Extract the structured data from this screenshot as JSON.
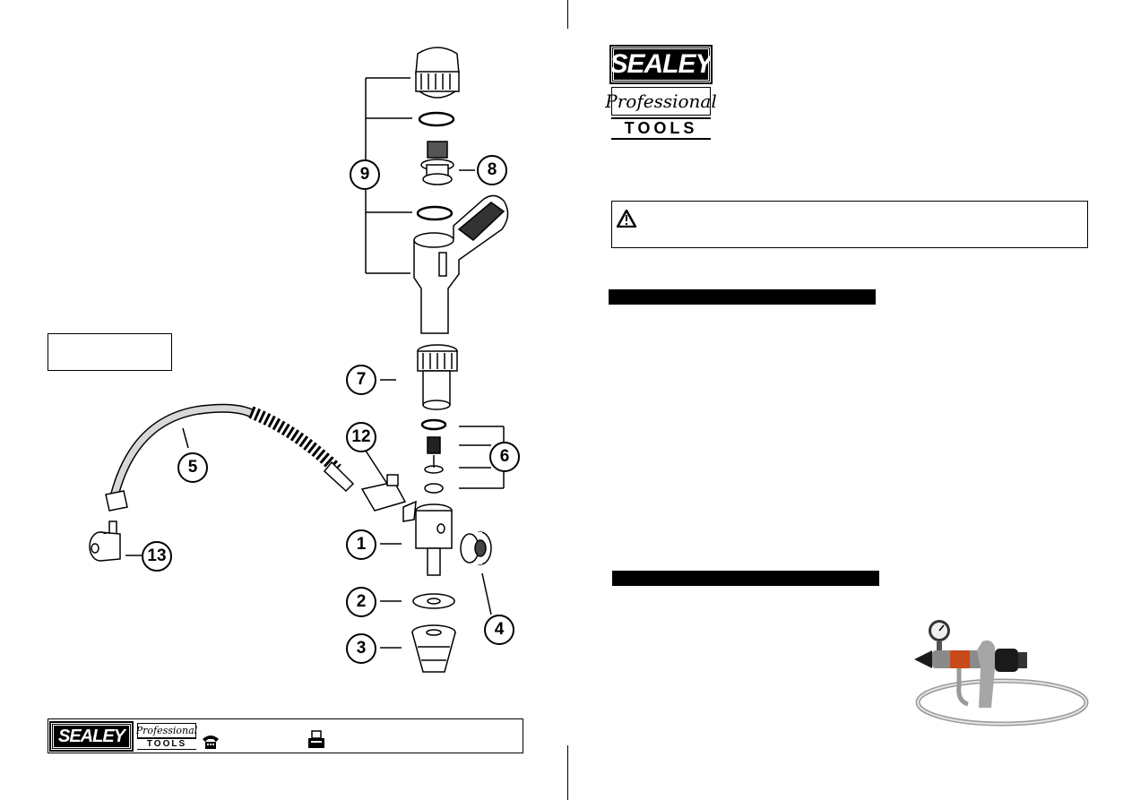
{
  "brand": {
    "name": "SEALEY",
    "script": "Professional",
    "tools": "TOOLS"
  },
  "left_page": {
    "callouts": [
      "9",
      "8",
      "7",
      "12",
      "6",
      "5",
      "13",
      "1",
      "2",
      "4",
      "3"
    ]
  },
  "right_page": {
    "warning_icon": "warning-triangle-icon"
  },
  "footer": {
    "phone_icon": "telephone-icon",
    "fax_icon": "fax-icon"
  },
  "colors": {
    "ink": "#000000",
    "hose_light": "#cfcfcf",
    "background": "#ffffff"
  }
}
